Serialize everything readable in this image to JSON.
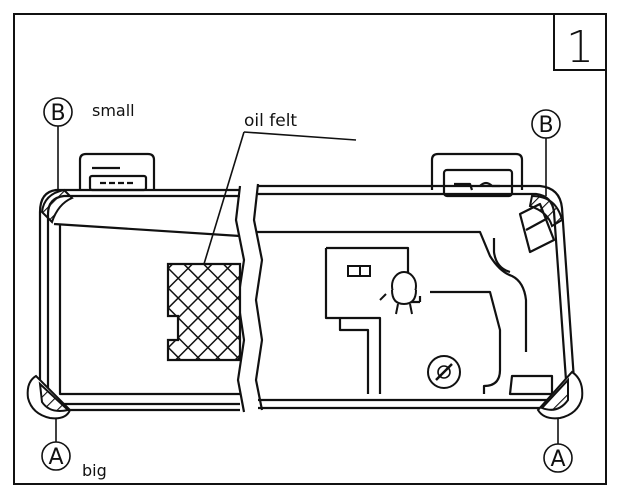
{
  "step": {
    "number": "1"
  },
  "labels": {
    "small": "small",
    "big": "big",
    "oil_felt": "oil felt"
  },
  "markers": {
    "top_left": "B",
    "top_right": "B",
    "bottom_left": "A",
    "bottom_right": "A"
  }
}
